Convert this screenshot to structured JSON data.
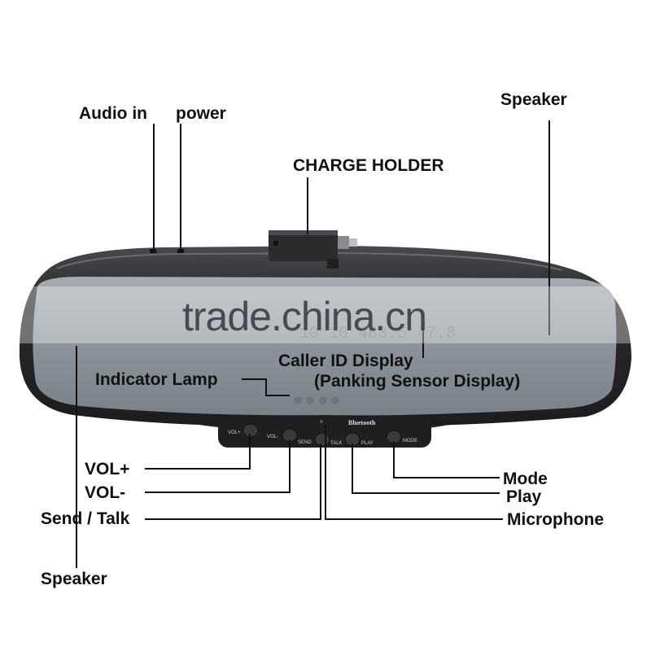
{
  "labels": {
    "audio_in": "Audio in",
    "power": "power",
    "speaker_top": "Speaker",
    "charge_holder": "CHARGE HOLDER",
    "caller_id": "Caller ID Display",
    "parking_sensor": "(Panking Sensor Display)",
    "indicator_lamp": "Indicator Lamp",
    "vol_plus": "VOL+",
    "vol_minus": "VOL-",
    "send_talk": "Send / Talk",
    "speaker_bottom": "Speaker",
    "mode": "Mode",
    "play": "Play",
    "microphone": "Microphone"
  },
  "button_labels": {
    "vol_plus": "VOL+",
    "vol_minus": "VOL-",
    "send": "SEND",
    "talk": "TALK",
    "play": "PLAY",
    "mode": "MODE",
    "bluetooth": "Bluetooth"
  },
  "display_text": "10 10  483.5 47.8",
  "watermark": "trade.china.cn",
  "colors": {
    "body": "#2b2b2e",
    "mirror": "#8f969d",
    "lines": "#111111"
  }
}
